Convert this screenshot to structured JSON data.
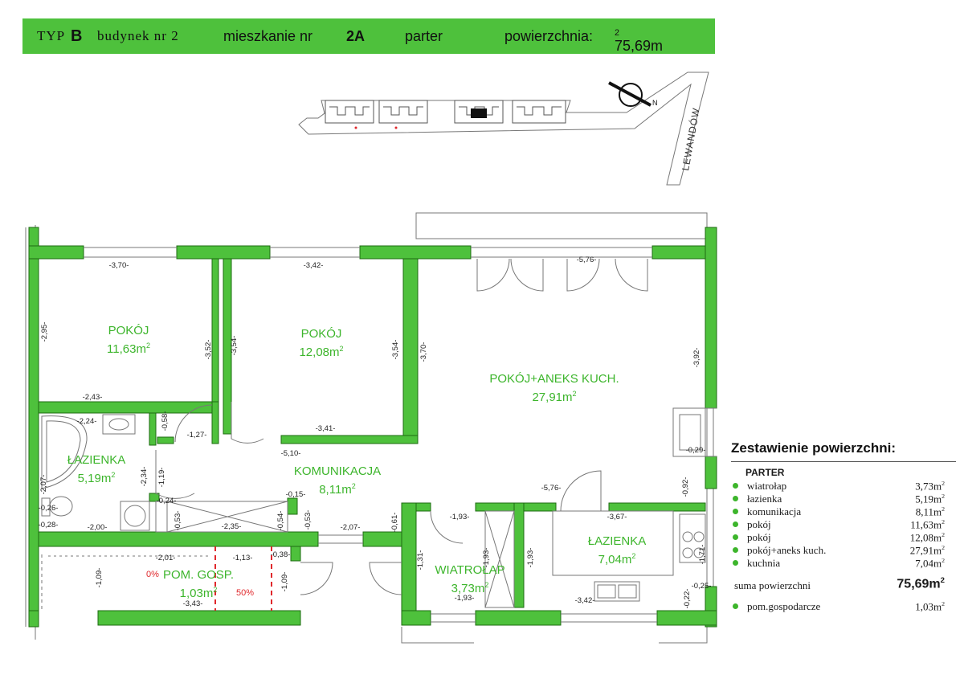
{
  "header": {
    "typ_label": "TYP",
    "typ_value": "B",
    "building": "budynek nr 2",
    "apartment_label": "mieszkanie nr",
    "apartment_value": "2A",
    "floor": "parter",
    "area_label": "powierzchnia:",
    "area_value": "75,69m",
    "area_unit_sup": "2"
  },
  "site_plan": {
    "street": "LEWANDÓW",
    "north_symbol": "N"
  },
  "rooms": [
    {
      "name": "POKÓJ",
      "area": "11,63m",
      "sup": "2"
    },
    {
      "name": "POKÓJ",
      "area": "12,08m",
      "sup": "2"
    },
    {
      "name": "POKÓJ+ANEKS KUCH.",
      "area": "27,91m",
      "sup": "2"
    },
    {
      "name": "ŁAZIENKA",
      "area": "5,19m",
      "sup": "2"
    },
    {
      "name": "KOMUNIKACJA",
      "area": "8,11m",
      "sup": "2"
    },
    {
      "name": "ŁAZIENKA",
      "area": "7,04m",
      "sup": "2"
    },
    {
      "name": "POM. GOSP.",
      "area": "1,03m",
      "sup": "2"
    },
    {
      "name": "WIATROŁAP",
      "area": "3,73m",
      "sup": "2"
    }
  ],
  "percent_labels": [
    "0%",
    "50%"
  ],
  "dimensions": [
    "-3,70-",
    "-3,42-",
    "-5,76-",
    "-2,95-",
    "-3,52-",
    "-3,54-",
    "-3,54-",
    "-3,70-",
    "-3,92-",
    "-2,43-",
    "-2,24-",
    "-0,58-",
    "-1,27-",
    "-3,41-",
    "-5,10-",
    "-0,29-",
    "-2,34-",
    "-1,19-",
    "-2,07-",
    "-0,15-",
    "-0,24-",
    "-0,53-",
    "-2,35-",
    "-0,54-",
    "-0,53-",
    "-2,07-",
    "-0,61-",
    "-1,93-",
    "-1,93-",
    "-1,93-",
    "-3,67-",
    "-0,92-",
    "-1,71-",
    "-0,26-",
    "-0,28-",
    "-2,00-",
    "-2,01-",
    "-1,13-",
    "-0,38-",
    "-1,09-",
    "-1,09-",
    "-3,43-",
    "-1,31-",
    "-1,93-",
    "-3,42-",
    "-0,22-",
    "-0,25-",
    "-5,76-"
  ],
  "summary": {
    "title": "Zestawienie powierzchni:",
    "section": "PARTER",
    "items": [
      {
        "name": "wiatrołap",
        "value": "3,73m",
        "sup": "2"
      },
      {
        "name": "łazienka",
        "value": "5,19m",
        "sup": "2"
      },
      {
        "name": "komunikacja",
        "value": "8,11m",
        "sup": "2"
      },
      {
        "name": "pokój",
        "value": "11,63m",
        "sup": "2"
      },
      {
        "name": "pokój",
        "value": "12,08m",
        "sup": "2"
      },
      {
        "name": "pokój+aneks kuch.",
        "value": "27,91m",
        "sup": "2"
      },
      {
        "name": "kuchnia",
        "value": "7,04m",
        "sup": "2"
      }
    ],
    "total_label": "suma powierzchni",
    "total_value": "75,69m",
    "total_sup": "2",
    "extra": {
      "name": "pom.gospodarcze",
      "value": "1,03m",
      "sup": "2"
    }
  },
  "colors": {
    "wall": "#4ec13c",
    "label": "#3db52c",
    "accent_red": "#e0282c"
  }
}
